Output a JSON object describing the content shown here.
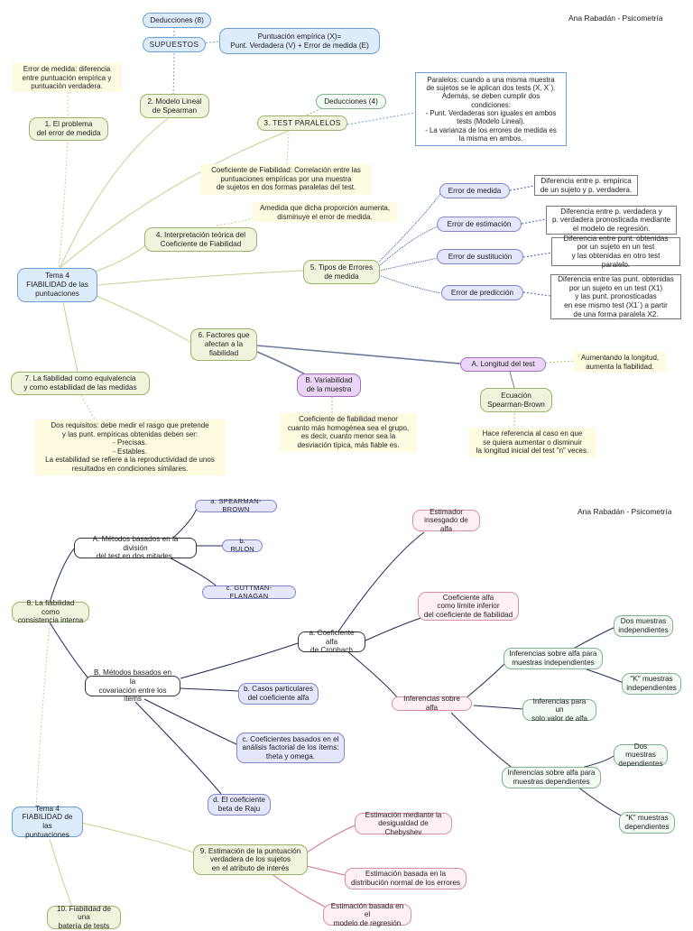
{
  "header": {
    "author_top": "Ana Rabadán - Psicometría",
    "author_bottom": "Ana Rabadán - Psicometría"
  },
  "top": {
    "deducciones8": "Deducciones (8)",
    "supuestos": "SUPUESTOS",
    "puntuacion": "Puntuación empírica (X)=\nPunt. Verdadera (V) + Error de medida (E)",
    "error_def": "Error de medida: diferencia\nentre puntuación empírica y\npuntuación verdadera.",
    "modelo": "2. Modelo Lineal\nde Spearman",
    "problema": "1. El problema\ndel error de medida",
    "deducciones4": "Deducciones (4)",
    "paralelos_def": "Paralelos: cuando a una misma muestra\nde sujetos se le aplican dos tests (X, X´).\nAdemás, se deben cumplir dos\ncondiciones:\n- Punt. Verdaderas son iguales en ambos\ntests (Modelo Lineal).\n- La varianza de los errores de medida es\nla misma en ambos.",
    "test_paralelos": "3. TEST PARALELOS",
    "coef_def": "Coeficiente de Fiabilidad: Correlación entre las\npuntuaciones empíricas por una muestra\nde sujetos en dos formas paralelas del test.",
    "amedida": "Amedida que dicha proporción aumenta,\ndisminuye el error de medida.",
    "interpretacion": "4. Interpretación teórica del\nCoeficiente de Fiabilidad",
    "tema4": "Tema 4\nFIABILIDAD de las\npuntuaciones",
    "tipos": "5. Tipos de Errores\nde medida",
    "err_medida": "Error de medida",
    "err_medida_def": "Diferencia entre p. empírica\nde un sujeto y p. verdadera.",
    "err_estim": "Error de estimación",
    "err_estim_def": "Diferencia entre p. verdadera y\np. verdadera pronosticada mediante\nel modelo de regresión.",
    "err_sust": "Error de sustitución",
    "err_sust_def": "Diferencia entre punt. obtenidas\npor un sujeto en un test\ny las obtenidas en otro test paralelo.",
    "err_pred": "Error de predicción",
    "err_pred_def": "Diferencia entre las punt. obtenidas\npor un sujeto en un test (X1)\ny las punt. pronosticadas\nen ese mismo test (X1´) a partir\nde una forma paralela X2.",
    "factores": "6. Factores que\nafectan a la\nfiabilidad",
    "longitud": "A. Longitud del test",
    "aumentando": "Aumentando la longitud,\naumenta la fiabilidad.",
    "variabilidad": "B. Variabilidad\nde la muestra",
    "ecuacion": "Ecuación\nSpearman-Brown",
    "hace_ref": "Hace referencia al caso en que\nse quiera aumentar o disminuir\nla longitud inicial del test \"n\" veces.",
    "coef_menor": "Coeficiente de fiabilidad menor\ncuanto más homogénea sea el grupo,\nes decir, cuanto menor sea la\ndesviación típica, más fiable es.",
    "equivalencia": "7. La fiabilidad como equivalencia\ny como estabilidad de las medidas",
    "requisitos": "Dos requisitos: debe medir el rasgo que pretende\ny las punt. empíricas obtenidas deben ser:\n- Precisas.\n- Estables.\nLa estabilidad se refiere a la reproductividad de unos\nresultados en condiciones similares."
  },
  "bottom": {
    "spearman": "a. SPEARMAN-BROWN",
    "rulon": "b. RULON",
    "guttman": "c. GUTTMAN-FLANAGAN",
    "metodos_a": "A. Métodos basados en la división\ndel test en dos mitades.",
    "consistencia": "8. La fiabilidad como\nconsistencia interna",
    "metodos_b": "B. Métodos basados en la\ncovariación entre los ítems",
    "casos": "b. Casos particulares\ndel coeficiente alfa",
    "factorial": "c. Coeficientes basados en el\nanálisis factorial de los ítems:\ntheta y omega.",
    "beta": "d. El coeficiente\nbeta de Raju",
    "cronbach": "a. Coeficiente alfa\nde Cronbach",
    "estimador": "Estimador\ninsesgado de alfa",
    "limite": "Coeficiente alfa\ncomo límite inferior\ndel coeficiente de fiabilidad",
    "inferencias": "Inferencias sobre alfa",
    "inf_indep": "Inferencias sobre alfa para\nmuestras independientes",
    "dos_indep": "Dos muestras\nindependientes",
    "k_indep": "\"K\" muestras\nindependientes",
    "un_solo": "Inferencias para un\nsolo valor de alfa",
    "inf_dep": "Inferencias sobre alfa para\nmuestras dependientes",
    "dos_dep": "Dos muestras\ndependientes",
    "k_dep": "\"K\" muestras\ndependientes",
    "tema4": "Tema 4\nFIABILIDAD de las\npuntuaciones",
    "estimacion": "9. Estimación de la puntuación\nverdadera de los sujetos\nen el atributo de interés",
    "chebyshev": "Estimación mediante la\ndesigualdad de Chebyshev",
    "normal": "Estimación basada en la\ndistribución normal de los errores",
    "regresion": "Estimación basada en el\nmodelo de regresión",
    "bateria": "10. Fiabilidad de una\nbatería de tests"
  }
}
